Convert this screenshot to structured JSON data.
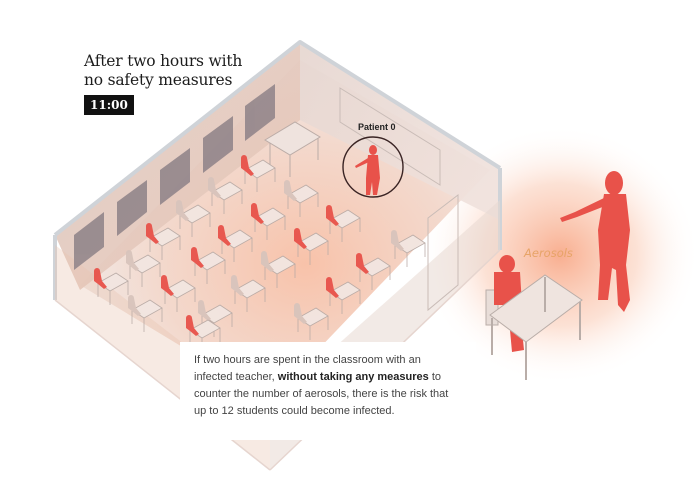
{
  "header": {
    "title_line1": "After two hours with",
    "title_line2": "no safety measures",
    "time": "11:00"
  },
  "labels": {
    "patient": "Patient 0",
    "aerosols": "Aerosols"
  },
  "caption": {
    "part1": "If two hours are spent in the classroom with an infected teacher, ",
    "bold": "without taking any measures",
    "part2": " to counter the number of aerosols, there is the risk that up to 12 students could become infected."
  },
  "scene": {
    "infected_students": 12,
    "infected_color": "#e8524a",
    "healthy_color": "#d8c4bc",
    "aerosol_color": "#f5a585",
    "room_wall_color": "#e9dcd6",
    "window_color": "#8e8288"
  }
}
